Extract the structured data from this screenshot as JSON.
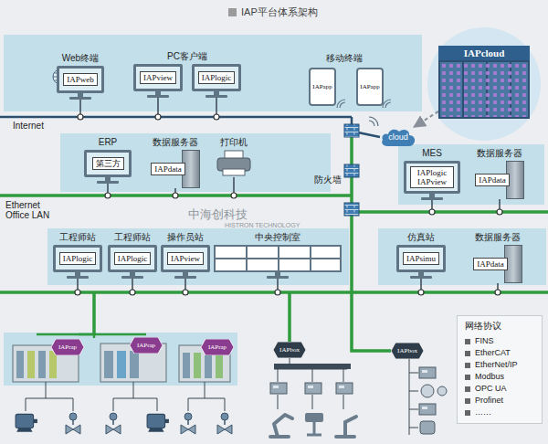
{
  "diagram": {
    "title": "IAP平台体系架构",
    "nodes": [
      {
        "text": [
          "Web终端",
          "IAPweb"
        ]
      },
      {
        "text": [
          "IAPview"
        ]
      },
      {
        "text": [
          "IAPlogic"
        ]
      },
      {
        "text": [
          "IAPapp"
        ]
      },
      {
        "text": [
          "IAPapp"
        ]
      },
      {
        "text": [
          "IAPcloud"
        ]
      },
      {
        "text": [
          "cloud"
        ]
      },
      {
        "text": [
          "ERP",
          "第三方"
        ]
      },
      {
        "text": [
          "数据服务器",
          "IAPdata"
        ]
      },
      {
        "text": [
          "打印机"
        ]
      },
      {
        "text": [
          "MES",
          "IAPlogic IAPview"
        ]
      },
      {
        "text": [
          "数据服务器",
          "IAPdata"
        ]
      },
      {
        "text": [
          "工程师站",
          "IAPlogic"
        ]
      },
      {
        "text": [
          "工程师站",
          "IAPlogic"
        ]
      },
      {
        "text": [
          "操作员站",
          "IAPview"
        ]
      },
      {
        "text": [
          "中央控制室"
        ]
      },
      {
        "text": [
          "仿真站",
          "IAPsimu"
        ]
      },
      {
        "text": [
          "数据服务器",
          "IAPdata"
        ]
      },
      {
        "text": [
          "IAPrap"
        ]
      },
      {
        "text": [
          "IAPrap"
        ]
      },
      {
        "text": [
          "IAPrap"
        ]
      },
      {
        "text": [
          "IAPbox"
        ]
      },
      {
        "text": [
          "IAPbox"
        ]
      },
      {
        "text": [
          "网络协议",
          "FINS",
          "EtherCAT",
          "EtherNet/IP",
          "Modbus",
          "OPC UA",
          "Profinet",
          "……"
        ]
      }
    ],
    "edges": [
      {
        "from": 5,
        "to": 6,
        "arrow": "to"
      }
    ],
    "labels": [
      "PC客户端",
      "移动终端",
      "Internet",
      "Ethernet Office LAN",
      "防火墙",
      "中海创科技",
      "HISTRON TECHNOLOGY"
    ]
  }
}
